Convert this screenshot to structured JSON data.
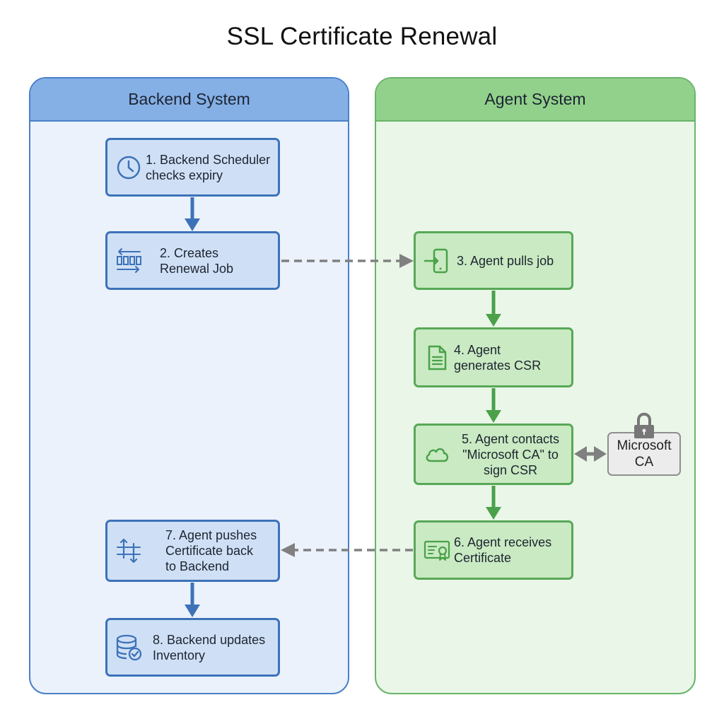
{
  "title": "SSL Certificate Renewal",
  "lanes": {
    "backend": {
      "label": "Backend System"
    },
    "agent": {
      "label": "Agent System"
    }
  },
  "steps": {
    "s1": "1. Backend Scheduler\nchecks expiry",
    "s2": "2. Creates\nRenewal Job",
    "s3": "3. Agent pulls job",
    "s4": "4. Agent\ngenerates CSR",
    "s5": "5. Agent contacts\n\"Microsoft CA\" to\nsign CSR",
    "s6": "6. Agent receives\nCertificate",
    "s7": "7. Agent pushes\nCertificate back\nto Backend",
    "s8": "8. Backend updates\nInventory"
  },
  "external": {
    "ca": "Microsoft\nCA"
  },
  "icons": {
    "s1": "clock-icon",
    "s2": "queue-icon",
    "s3": "pull-icon",
    "s4": "document-icon",
    "s5": "cloud-icon",
    "s6": "certificate-icon",
    "s7": "push-icon",
    "s8": "database-check-icon",
    "ca": "lock-icon"
  },
  "colors": {
    "blue_accent": "#3d72b8",
    "green_accent": "#4aa14a",
    "gray_accent": "#808080"
  }
}
